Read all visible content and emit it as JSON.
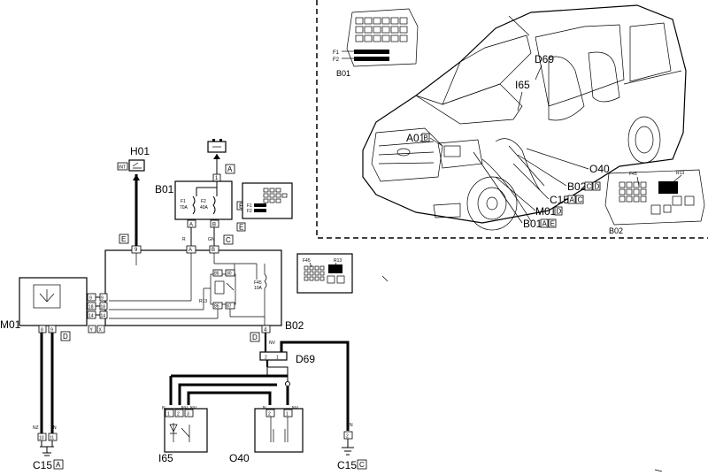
{
  "components": {
    "H01": {
      "code": "H01",
      "tag": "INT"
    },
    "B01": {
      "code": "B01",
      "box_tag": "E",
      "pin_tags": [
        "E",
        "E"
      ]
    },
    "B02": {
      "code": "B02",
      "tag": "C"
    },
    "M01": {
      "code": "M01",
      "tag": "D"
    },
    "D69": {
      "code": "D69",
      "tag": "D"
    },
    "I65": {
      "code": "I65"
    },
    "O40": {
      "code": "O40"
    },
    "C15_left": {
      "code": "C15",
      "tag": "A"
    },
    "C15_right": {
      "code": "C15",
      "tag": "C"
    },
    "battery_tag": "A"
  },
  "fuses": {
    "F1": {
      "name": "F1",
      "rating": "70A"
    },
    "F2": {
      "name": "F2",
      "rating": "40A"
    },
    "F45": {
      "name": "F45",
      "rating": "10A"
    }
  },
  "relay": {
    "name": "R13"
  },
  "pins": {
    "battery": "1",
    "b01_a": "A",
    "b01_b": "B",
    "b02_9": "9",
    "b02_a": "A",
    "b02_b": "B",
    "relay_85": "85",
    "relay_30": "30",
    "relay_86": "86",
    "relay_87": "87",
    "b02_9m": "9",
    "b02_18": "18",
    "b02_14": "14",
    "m01_9": "9",
    "m01_18": "18",
    "m01_14": "14",
    "m01_y": "Y",
    "m01_x": "X",
    "m01_8": "8",
    "m01_9b": "9",
    "b02_4": "4",
    "d69_2": "2",
    "d69_1": "1",
    "i65_1": "1",
    "i65_2": "2",
    "i65_3": "3",
    "o40_2": "2",
    "o40_1": "1",
    "c15l_10": "10",
    "c15l_11": "11",
    "c15r_2": "2"
  },
  "wire_colors": {
    "r": "R",
    "gn": "GN",
    "nv": "NV",
    "n": "N",
    "nz": "NZ"
  },
  "fuse_inset": {
    "f1": "F1",
    "f2": "F2",
    "f45": "F45",
    "r13": "R13"
  },
  "vehicle_callouts": {
    "a01": {
      "code": "A01",
      "tag": "B"
    },
    "i65": {
      "code": "I65"
    },
    "d69": {
      "code": "D69"
    },
    "o40": {
      "code": "O40"
    },
    "b02": {
      "code": "B02",
      "tags": [
        "C",
        "D"
      ]
    },
    "c15": {
      "code": "C15",
      "tags": [
        "A",
        "C"
      ]
    },
    "m01": {
      "code": "M01",
      "tag": "D"
    },
    "b01": {
      "code": "B01",
      "tags": [
        "A",
        "E"
      ]
    },
    "b01_inset": {
      "code": "B01",
      "f1": "F1",
      "f2": "F2"
    },
    "b02_inset": {
      "code": "B02",
      "f45": "F45",
      "r13": "R13"
    }
  }
}
